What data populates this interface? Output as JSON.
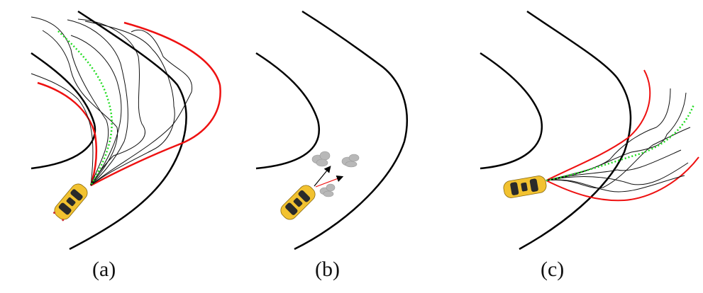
{
  "figure": {
    "panels": [
      {
        "id": "a",
        "caption": "(a)",
        "description": "Vehicle at road curve with multiple sampled black trajectories, a green dotted mean trajectory, and red boundary curves"
      },
      {
        "id": "b",
        "caption": "(b)",
        "description": "Vehicle on curved road with obstacles (gray rocks) and two direction arrows (black and red)"
      },
      {
        "id": "c",
        "caption": "(c)",
        "description": "Vehicle with sampled trajectories heading to the right, green dotted mean trajectory, and red boundary curves crossing road edge"
      }
    ],
    "colors": {
      "road_edge": "#000000",
      "sample_trajectory": "#111111",
      "mean_trajectory": "#22dd22",
      "bound": "#ee1111",
      "car_body": "#f2c230",
      "car_window": "#2a2a2a",
      "obstacle": "#b8b8b8",
      "arrow_black": "#000000",
      "arrow_red": "#ee1111"
    },
    "icons": {
      "vehicle": "car-top-view-icon",
      "obstacle": "rock-icon",
      "arrow": "arrow-icon"
    }
  }
}
